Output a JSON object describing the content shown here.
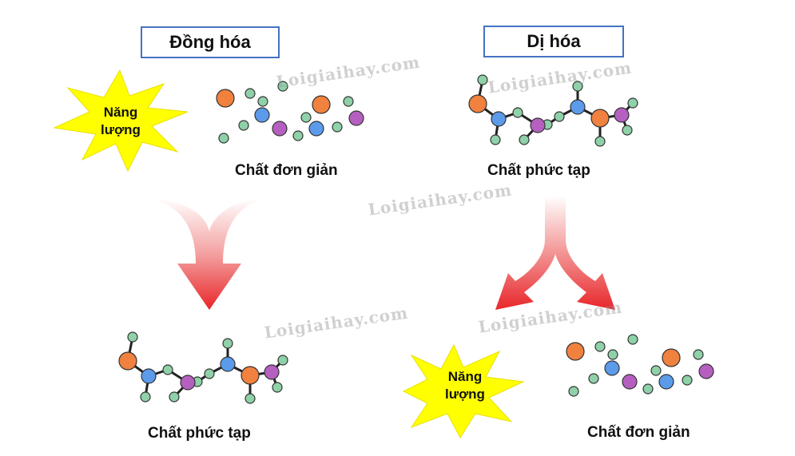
{
  "anabolism": {
    "title": "Đồng hóa",
    "energy": [
      "Năng",
      "lượng"
    ],
    "input_label": "Chất đơn giản",
    "output_label": "Chất phức tạp"
  },
  "catabolism": {
    "title": "Dị hóa",
    "energy": [
      "Năng",
      "lượng"
    ],
    "input_label": "Chất phức tạp",
    "output_label": "Chất đơn giản"
  },
  "watermark": "Loigiaihay.com",
  "colors": {
    "orange": "#f0813e",
    "blue": "#5b9bea",
    "purple": "#b560c0",
    "green": "#8fd1a8",
    "box_border": "#4472c4",
    "arrow": "#e8262a",
    "star": "#ffff00"
  }
}
